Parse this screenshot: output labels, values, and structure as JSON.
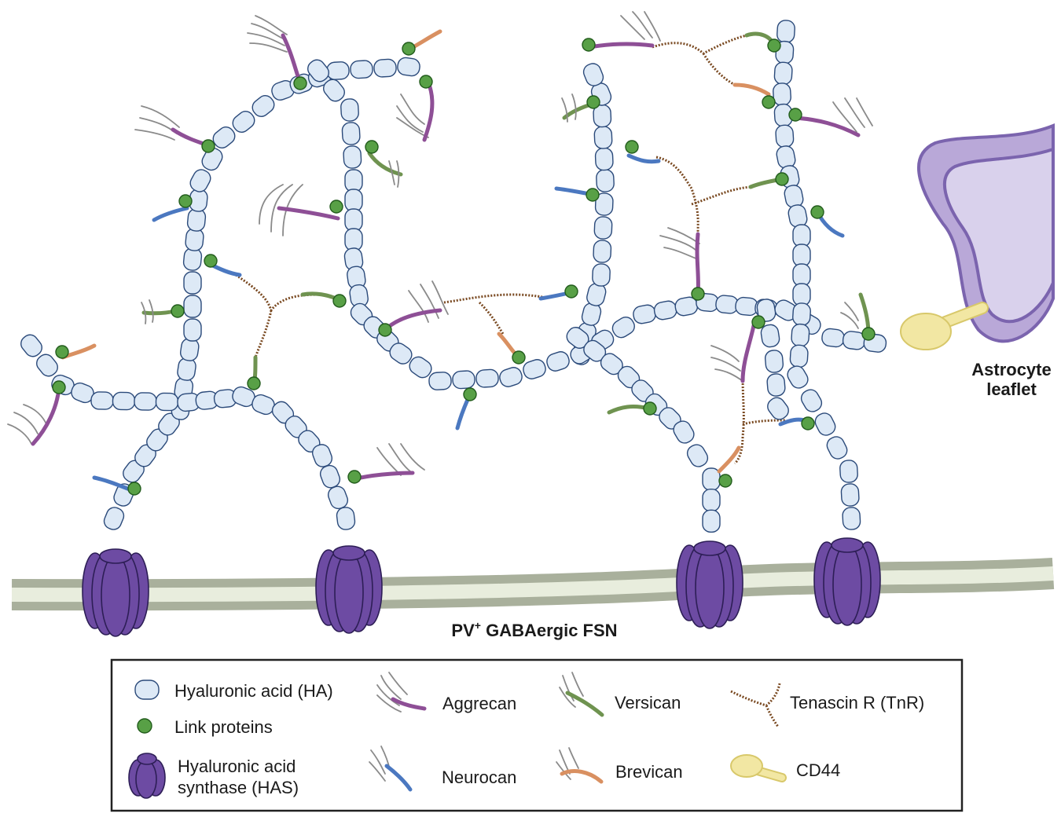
{
  "labels": {
    "astrocyte_line1": "Astrocyte",
    "astrocyte_line2": "leaflet",
    "neuron_prefix": "PV",
    "neuron_superscript": "+",
    "neuron_suffix": " GABAergic FSN"
  },
  "legend": {
    "ha": "Hyaluronic acid (HA)",
    "link": "Link proteins",
    "has_line1": "Hyaluronic acid",
    "has_line2": "synthase (HAS)",
    "aggrecan": "Aggrecan",
    "neurocan": "Neurocan",
    "versican": "Versican",
    "brevican": "Brevican",
    "tenascin": "Tenascin R (TnR)",
    "cd44": "CD44"
  },
  "colors": {
    "ha": "#dde9f6",
    "link": "#58a046",
    "has": "#6d4ba3",
    "aggrecan": "#8e4f96",
    "neurocan": "#4b78c0",
    "versican": "#6f9350",
    "brevican": "#d99061",
    "tenascin": "#7a4a22",
    "cd44": "#f2e7a3",
    "membrane": "#a9b09c",
    "astrocyte": "#8a73b6"
  }
}
